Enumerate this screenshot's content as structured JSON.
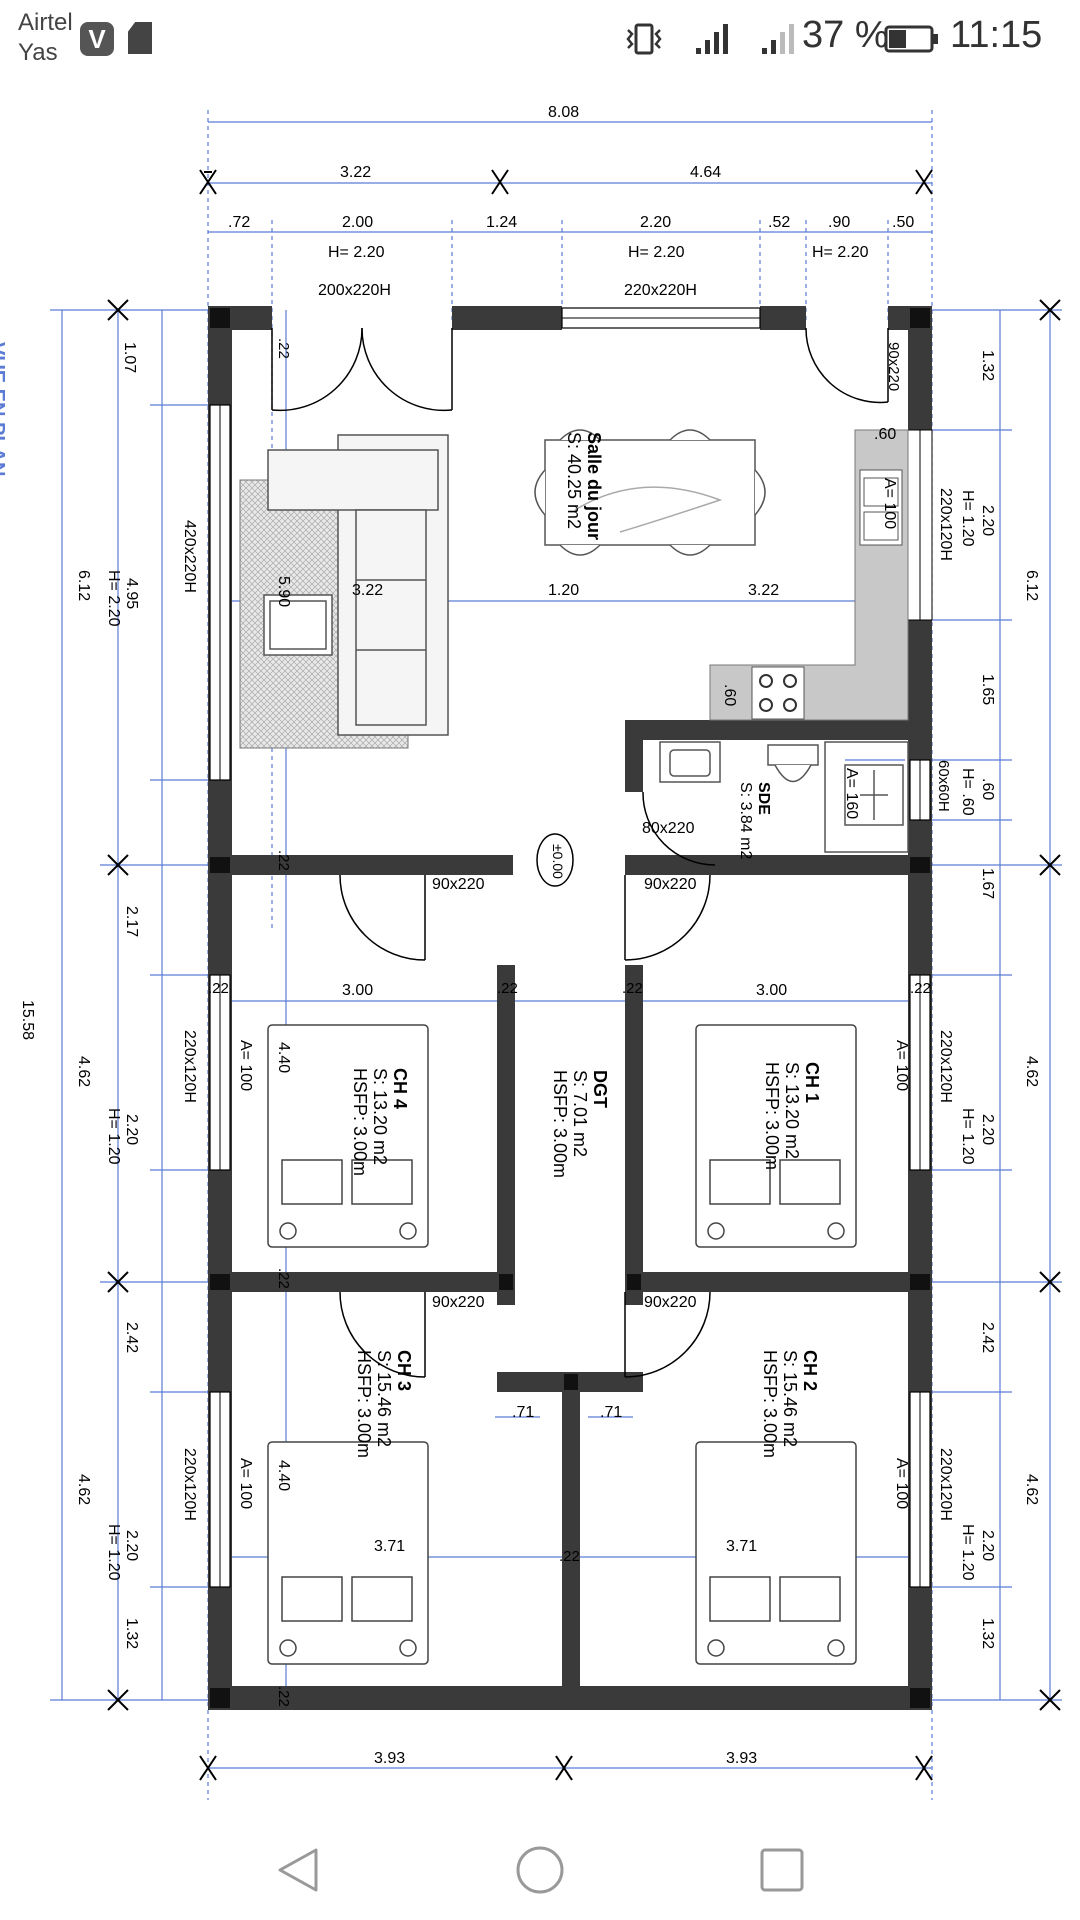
{
  "status_bar": {
    "carrier_line1": "Airtel",
    "carrier_line2": "Yas",
    "battery_percent": "37 %",
    "time": "11:15",
    "icons": [
      "viber-icon",
      "sim-card-icon",
      "vibrate-icon",
      "signal-icon",
      "signal-weak-icon",
      "battery-icon"
    ]
  },
  "plan": {
    "view_title": "VUE EN PLAN",
    "dims_top": {
      "total": "8.08",
      "left_span": "3.22",
      "right_span": "4.64",
      "seg1": ".72",
      "seg2": "2.00",
      "seg3": "1.24",
      "seg4": "2.20",
      "seg5": ".52",
      "seg6": ".90",
      "seg7": ".50"
    },
    "openings_top": {
      "h1": "H= 2.20",
      "h2": "H= 2.20",
      "h3": "H= 2.20",
      "door1": "200x220H",
      "door2": "220x220H",
      "door3": "90x220"
    },
    "dims_left": {
      "total": "15.58",
      "seg_top": "6.12",
      "seg_mid": "4.62",
      "seg_bot": "4.62",
      "a1": "1.07",
      "a2": "4.95",
      "a2h": "H= 2.20",
      "a3": "2.17",
      "a4": "2.20",
      "a4h": "H= 1.20",
      "a5": "2.42",
      "a6": "2.20",
      "a6h": "H= 1.20",
      "a7": "1.32"
    },
    "dims_right": {
      "seg_top": "6.12",
      "seg_mid": "4.62",
      "seg_bot": "4.62",
      "b1": "1.32",
      "b2": "2.20",
      "b2h": "H= 1.20",
      "b3": "1.65",
      "b4": ".60",
      "b4h": "H= .60",
      "b5": "1.67",
      "b6": "2.20",
      "b6h": "H= 1.20",
      "b7": "2.42",
      "b8": "2.20",
      "b8h": "H= 1.20",
      "b9": "1.32"
    },
    "dims_bottom": {
      "left": "3.93",
      "right": "3.93"
    },
    "rooms": {
      "salle": {
        "name": "Salle du jour",
        "area": "S: 40.25 m2"
      },
      "sde": {
        "name": "SDE",
        "area": "S: 3.84 m2"
      },
      "dgt": {
        "name": "DGT",
        "area": "S: 7.01 m2",
        "hsfp": "HSFP: 3.00m"
      },
      "ch1": {
        "name": "CH 1",
        "area": "S: 13.20 m2",
        "hsfp": "HSFP: 3.00m"
      },
      "ch2": {
        "name": "CH 2",
        "area": "S: 15.46 m2",
        "hsfp": "HSFP: 3.00m"
      },
      "ch3": {
        "name": "CH 3",
        "area": "S: 15.46 m2",
        "hsfp": "HSFP: 3.00m"
      },
      "ch4": {
        "name": "CH 4",
        "area": "S: 13.20 m2",
        "hsfp": "HSFP: 3.00m"
      }
    },
    "labels": {
      "win_left_big": "420x220H",
      "win_right_kitchen": "220x120H",
      "win_sde": "60x60H",
      "win_ch4": "220x120H",
      "win_ch1": "220x120H",
      "win_ch3": "220x120H",
      "win_ch2": "220x120H",
      "a_ch4": "A= 100",
      "a_ch1": "A= 100",
      "a_ch3": "A= 100",
      "a_ch2": "A= 100",
      "a_kitchen": "A= 100",
      "a_sde": "A= 160",
      "door_sde": "80x220",
      "door_ch4": "90x220",
      "door_ch1": "90x220",
      "door_ch3": "90x220",
      "door_ch2": "90x220",
      "level": "±0.00",
      "w22": ".22",
      "d590": "5.90",
      "d322a": "3.22",
      "d120": "1.20",
      "d322b": "3.22",
      "d300a": "3.00",
      "d300b": "3.00",
      "d440a": "4.40",
      "d440b": "4.40",
      "d371a": "3.71",
      "d371b": "3.71",
      "d071a": ".71",
      "d071b": ".71",
      "k60a": ".60",
      "k60b": ".60"
    }
  },
  "nav": {
    "back": "back-button",
    "home": "home-button",
    "recents": "recents-button"
  }
}
